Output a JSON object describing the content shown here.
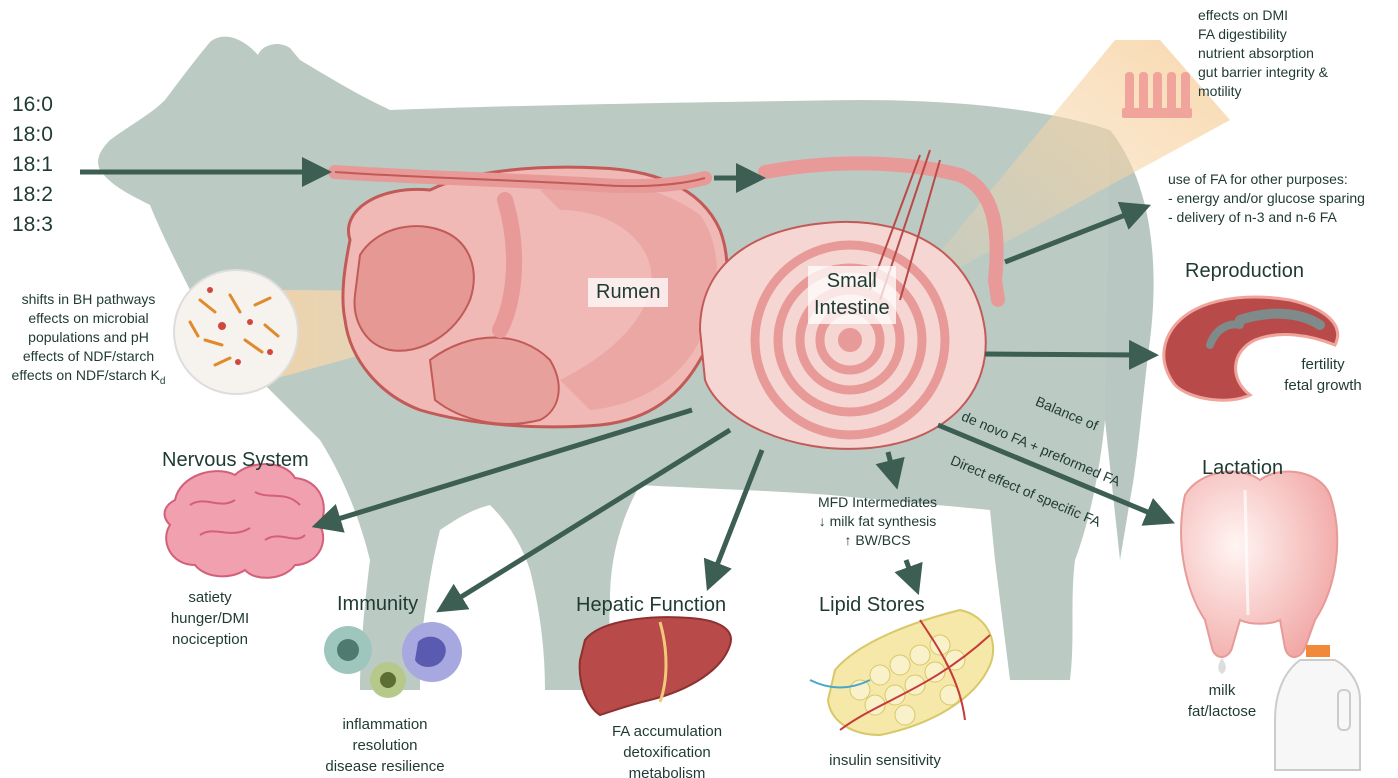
{
  "fatty_acids": [
    "16:0",
    "18:0",
    "18:1",
    "18:2",
    "18:3"
  ],
  "rumen": {
    "title": "Rumen",
    "effects": [
      "shifts in BH pathways",
      "effects on microbial",
      "populations and pH",
      "effects of NDF/starch",
      "effects on NDF/starch K"
    ],
    "kd_subscript": "d"
  },
  "small_intestine": {
    "title_line1": "Small",
    "title_line2": "Intestine",
    "effects": [
      "effects on DMI",
      "FA digestibility",
      "nutrient absorption",
      "gut barrier integrity &",
      "motility"
    ]
  },
  "other_uses": [
    "use of FA for other purposes:",
    "- energy and/or glucose sparing",
    "- delivery of n-3 and n-6 FA"
  ],
  "reproduction": {
    "title": "Reproduction",
    "items": [
      "fertility",
      "fetal growth"
    ]
  },
  "lactation": {
    "title": "Lactation",
    "arrow_text_1": "Balance of",
    "arrow_text_2": "de novo FA + preformed FA",
    "arrow_text_3": "Direct effect of specific FA",
    "items": [
      "milk",
      "fat/lactose"
    ]
  },
  "nervous_system": {
    "title": "Nervous System",
    "items": [
      "satiety",
      "hunger/DMI",
      "nociception"
    ]
  },
  "immunity": {
    "title": "Immunity",
    "items": [
      "inflammation",
      "resolution",
      "disease resilience"
    ]
  },
  "hepatic": {
    "title": "Hepatic Function",
    "items": [
      "FA accumulation",
      "detoxification",
      "metabolism"
    ]
  },
  "lipid": {
    "title": "Lipid Stores",
    "intermediates": [
      "MFD Intermediates",
      "↓ milk fat synthesis",
      "↑ BW/BCS"
    ],
    "items": [
      "insulin sensitivity"
    ]
  },
  "colors": {
    "arrow": "#3d5e53",
    "cow_body": "#b8c7c1",
    "organ_pink": "#e8a2a0",
    "organ_dark": "#c25a57",
    "text": "#1f3a33"
  }
}
